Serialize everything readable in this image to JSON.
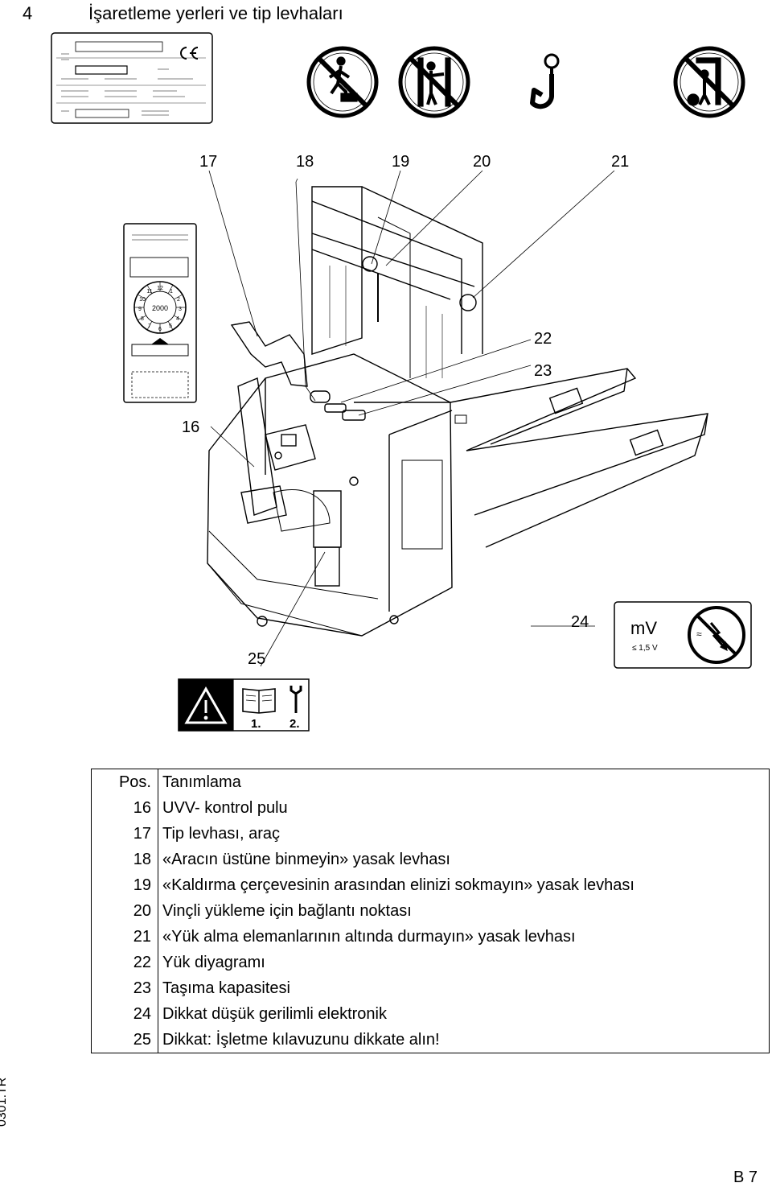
{
  "section": {
    "number": "4",
    "title": "İşaretleme yerleri ve tip levhaları"
  },
  "callouts": {
    "c17": "17",
    "c18": "18",
    "c19": "19",
    "c20": "20",
    "c21": "21",
    "c22": "22",
    "c23": "23",
    "c16": "16",
    "c24": "24",
    "c25": "25"
  },
  "inspection_disc": {
    "year": "2000",
    "months": [
      "12",
      "1",
      "2",
      "3",
      "4",
      "5",
      "6",
      "7",
      "8",
      "9",
      "10",
      "11"
    ]
  },
  "low_voltage_sign": {
    "unit": "mV",
    "limit": "≤ 1,5 V",
    "symbol": "≈"
  },
  "manual_sign": {
    "step1": "1.",
    "step2": "2."
  },
  "legend": {
    "header_pos": "Pos.",
    "header_desc": "Tanımlama",
    "rows": [
      {
        "pos": "16",
        "desc": "UVV- kontrol pulu"
      },
      {
        "pos": "17",
        "desc": "Tip levhası, araç"
      },
      {
        "pos": "18",
        "desc": "«Aracın üstüne binmeyin» yasak levhası"
      },
      {
        "pos": "19",
        "desc": "«Kaldırma çerçevesinin arasından elinizi sokmayın» yasak levhası"
      },
      {
        "pos": "20",
        "desc": "Vinçli yükleme için bağlantı noktası"
      },
      {
        "pos": "21",
        "desc": "«Yük alma elemanlarının altında durmayın» yasak levhası"
      },
      {
        "pos": "22",
        "desc": "Yük diyagramı"
      },
      {
        "pos": "23",
        "desc": "Taşıma kapasitesi"
      },
      {
        "pos": "24",
        "desc": "Dikkat düşük gerilimli elektronik"
      },
      {
        "pos": "25",
        "desc": "Dikkat: İşletme kılavuzunu dikkate alın!"
      }
    ]
  },
  "footer": {
    "doc_code": "0301.TR",
    "page": "B 7"
  },
  "colors": {
    "ink": "#000000",
    "paper": "#ffffff",
    "warning_fill": "#000000"
  }
}
